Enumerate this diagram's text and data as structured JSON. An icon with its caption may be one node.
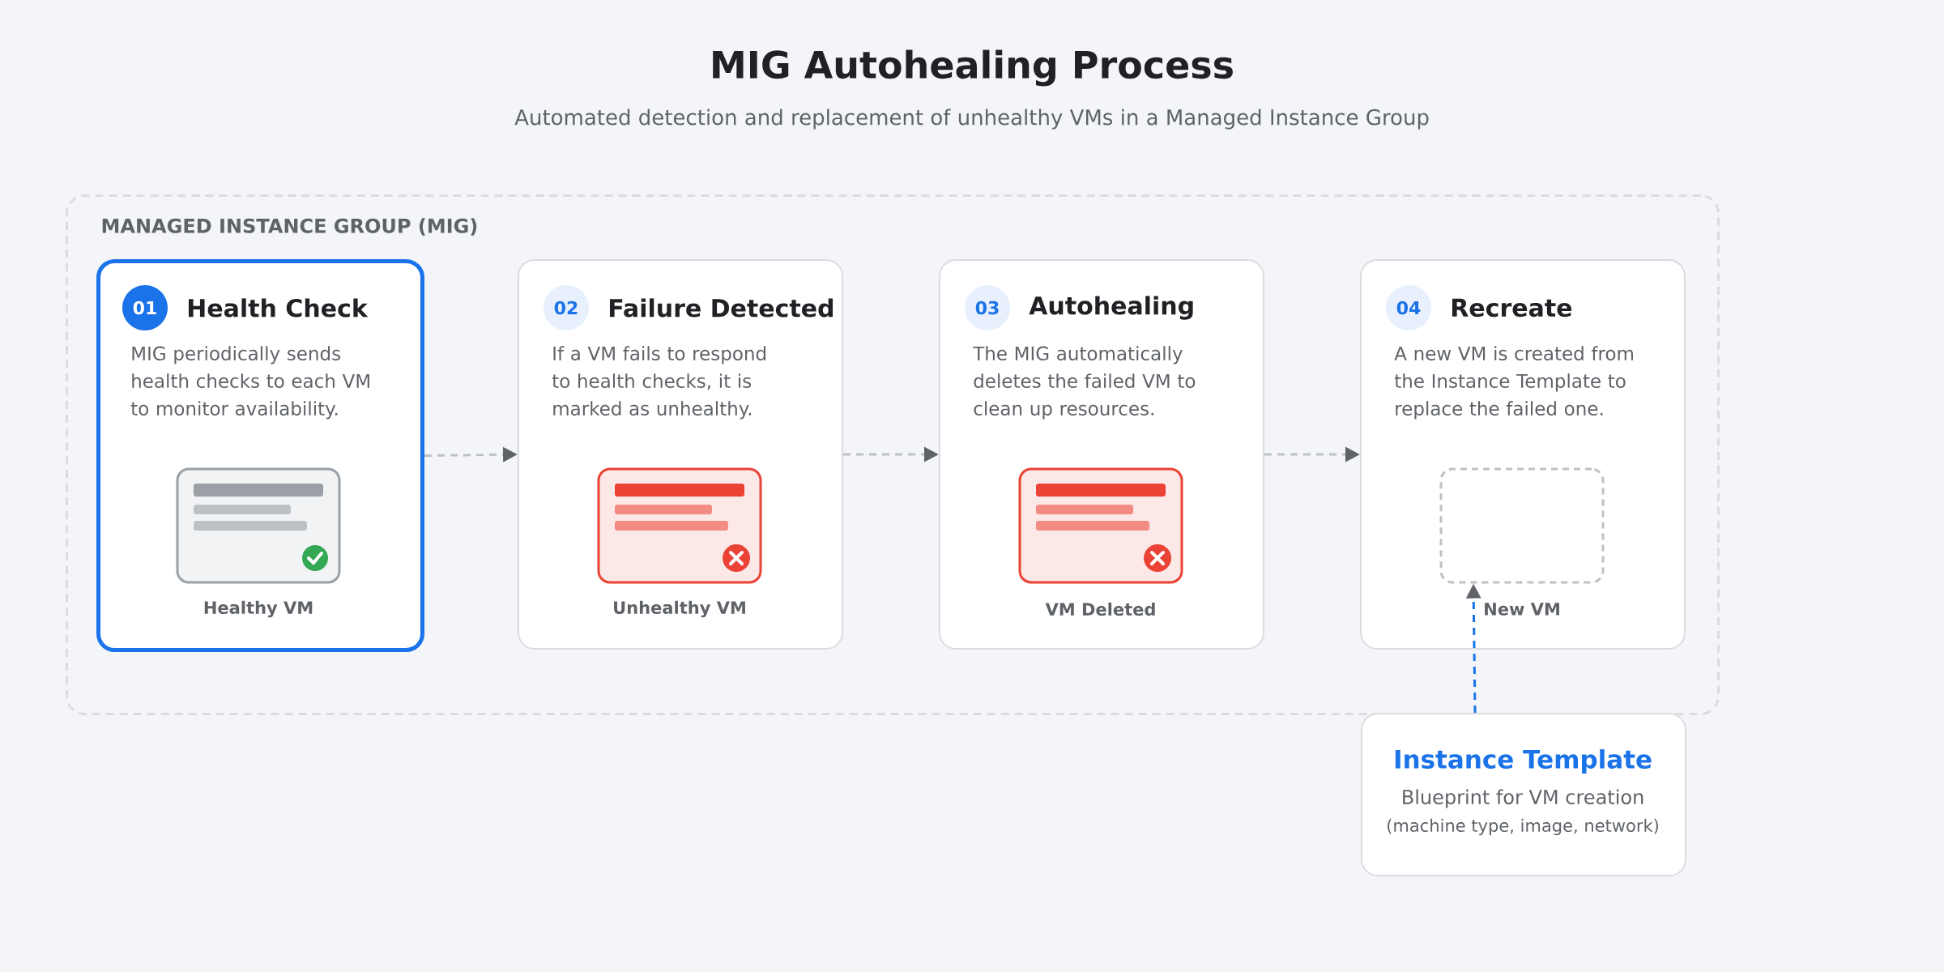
{
  "diagram": {
    "title": "MIG Autohealing Process",
    "nodes": [
      {
        "text": [
          "MANAGED INSTANCE GROUP (MIG)"
        ]
      },
      {
        "text": [
          "01",
          "Health Check",
          "MIG periodically sends health checks to each VM to monitor availability."
        ],
        "in": 0
      },
      {
        "text": [],
        "shape": "box",
        "in": 1,
        "beside": [
          "Healthy VM"
        ]
      },
      {
        "text": [
          "02",
          "Failure Detected",
          "If a VM fails to respond to health checks, it is marked as unhealthy."
        ],
        "in": 0
      },
      {
        "text": [],
        "shape": "box",
        "in": 3,
        "beside": [
          "Unhealthy VM"
        ]
      },
      {
        "text": [
          "03",
          "Autohealing",
          "The MIG automatically deletes the failed VM to clean up resources."
        ],
        "in": 0
      },
      {
        "text": [],
        "shape": "box",
        "in": 5,
        "beside": [
          "VM Deleted"
        ]
      },
      {
        "text": [
          "04",
          "Recreate",
          "A new VM is created from the Instance Template to replace the failed one."
        ],
        "in": 0
      },
      {
        "text": [],
        "shape": "box",
        "in": 7,
        "beside": [
          "New VM"
        ]
      },
      {
        "text": [
          "Instance Template",
          "Blueprint for VM creation",
          "(machine type, image, network)"
        ]
      }
    ],
    "edges": [
      {
        "from": 1,
        "to": 3,
        "arrow": "to",
        "style": "dashed"
      },
      {
        "from": 3,
        "to": 5,
        "arrow": "to",
        "style": "dashed"
      },
      {
        "from": 5,
        "to": 7,
        "arrow": "to",
        "style": "dashed"
      },
      {
        "from": 9,
        "to": 8,
        "arrow": "to",
        "style": "dashed",
        "color": "#1a73e8"
      }
    ],
    "labels": [
      "Automated detection and replacement of unhealthy VMs in a Managed Instance Group"
    ]
  }
}
